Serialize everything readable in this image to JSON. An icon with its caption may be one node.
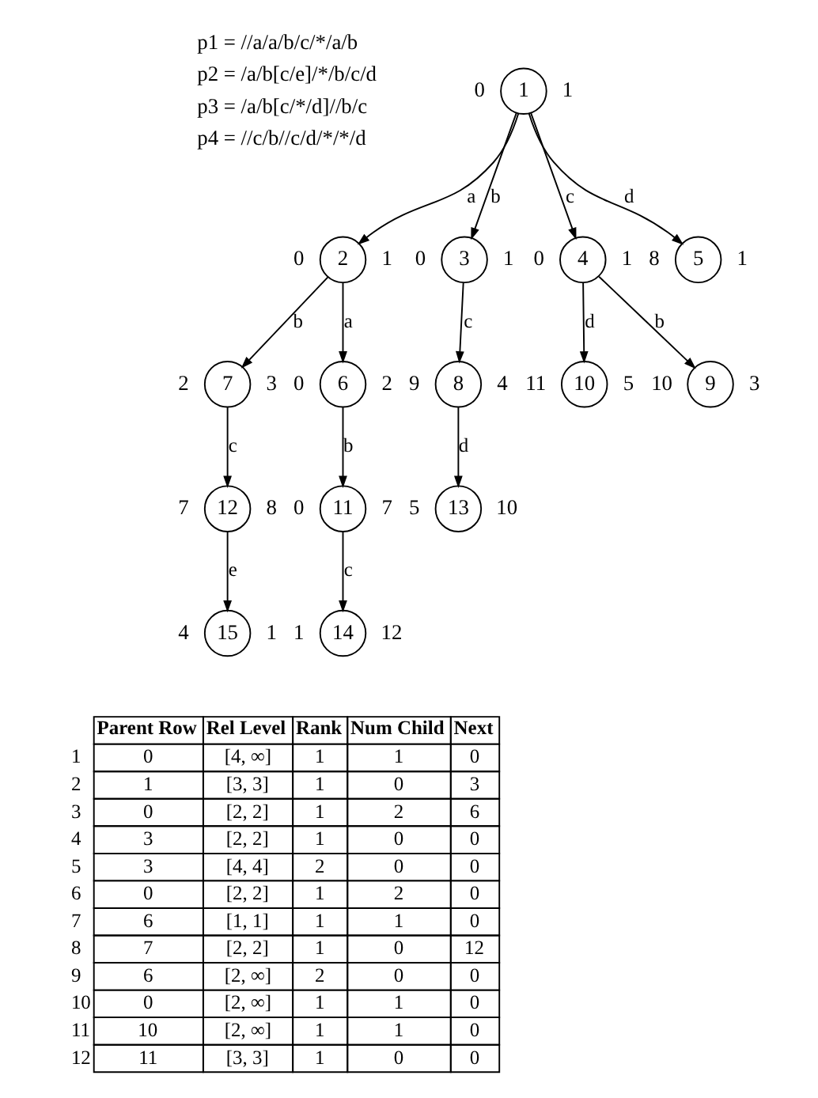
{
  "diagram": {
    "nodes": [
      {
        "text": [
          "1"
        ],
        "beside": [
          "0",
          "1"
        ]
      },
      {
        "text": [
          "2"
        ],
        "beside": [
          "0",
          "1"
        ]
      },
      {
        "text": [
          "3"
        ],
        "beside": [
          "0",
          "1"
        ]
      },
      {
        "text": [
          "4"
        ],
        "beside": [
          "0",
          "1"
        ]
      },
      {
        "text": [
          "5"
        ],
        "beside": [
          "8",
          "1"
        ]
      },
      {
        "text": [
          "6"
        ],
        "beside": [
          "0",
          "2"
        ]
      },
      {
        "text": [
          "7"
        ],
        "beside": [
          "2",
          "3"
        ]
      },
      {
        "text": [
          "8"
        ],
        "beside": [
          "9",
          "4"
        ]
      },
      {
        "text": [
          "9"
        ],
        "beside": [
          "10",
          "3"
        ]
      },
      {
        "text": [
          "10"
        ],
        "beside": [
          "11",
          "5"
        ]
      },
      {
        "text": [
          "11"
        ],
        "beside": [
          "0",
          "7"
        ]
      },
      {
        "text": [
          "12"
        ],
        "beside": [
          "7",
          "8"
        ]
      },
      {
        "text": [
          "13"
        ],
        "beside": [
          "5",
          "10"
        ]
      },
      {
        "text": [
          "14"
        ],
        "beside": [
          "1",
          "12"
        ]
      },
      {
        "text": [
          "15"
        ],
        "beside": [
          "4",
          "1"
        ]
      }
    ],
    "edges": [
      {
        "from": 0,
        "to": 1,
        "arrow": "to",
        "label": "a"
      },
      {
        "from": 0,
        "to": 2,
        "arrow": "to",
        "label": "b"
      },
      {
        "from": 0,
        "to": 3,
        "arrow": "to",
        "label": "c"
      },
      {
        "from": 0,
        "to": 4,
        "arrow": "to",
        "label": "d"
      },
      {
        "from": 1,
        "to": 5,
        "arrow": "to",
        "label": "a"
      },
      {
        "from": 1,
        "to": 6,
        "arrow": "to",
        "label": "b"
      },
      {
        "from": 2,
        "to": 7,
        "arrow": "to",
        "label": "c"
      },
      {
        "from": 3,
        "to": 8,
        "arrow": "to",
        "label": "b"
      },
      {
        "from": 3,
        "to": 9,
        "arrow": "to",
        "label": "d"
      },
      {
        "from": 5,
        "to": 10,
        "arrow": "to",
        "label": "b"
      },
      {
        "from": 6,
        "to": 11,
        "arrow": "to",
        "label": "c"
      },
      {
        "from": 7,
        "to": 12,
        "arrow": "to",
        "label": "d"
      },
      {
        "from": 10,
        "to": 13,
        "arrow": "to",
        "label": "c"
      },
      {
        "from": 11,
        "to": 14,
        "arrow": "to",
        "label": "e"
      }
    ],
    "labels": [
      "p1 = //a/a/b/c/*/a/b",
      "p2 = /a/b[c/e]/*/b/c/d",
      "p3 = /a/b[c/*/d]//b/c",
      "p4 = //c/b//c/d/*/*/d",
      "Parent Row",
      "Rel Level",
      "Rank",
      "Num Child",
      "Next",
      "1",
      "0",
      "[4, ∞]",
      "1",
      "1",
      "0",
      "2",
      "1",
      "[3, 3]",
      "1",
      "0",
      "3",
      "3",
      "0",
      "[2, 2]",
      "1",
      "2",
      "6",
      "4",
      "3",
      "[2, 2]",
      "1",
      "0",
      "0",
      "5",
      "3",
      "[4, 4]",
      "2",
      "0",
      "0",
      "6",
      "0",
      "[2, 2]",
      "1",
      "2",
      "0",
      "7",
      "6",
      "[1, 1]",
      "1",
      "1",
      "0",
      "8",
      "7",
      "[2, 2]",
      "1",
      "0",
      "12",
      "9",
      "6",
      "[2, ∞]",
      "2",
      "0",
      "0",
      "10",
      "0",
      "[2, ∞]",
      "1",
      "1",
      "0",
      "11",
      "10",
      "[2, ∞]",
      "1",
      "1",
      "0",
      "12",
      "11",
      "[3, 3]",
      "1",
      "0",
      "0"
    ]
  }
}
